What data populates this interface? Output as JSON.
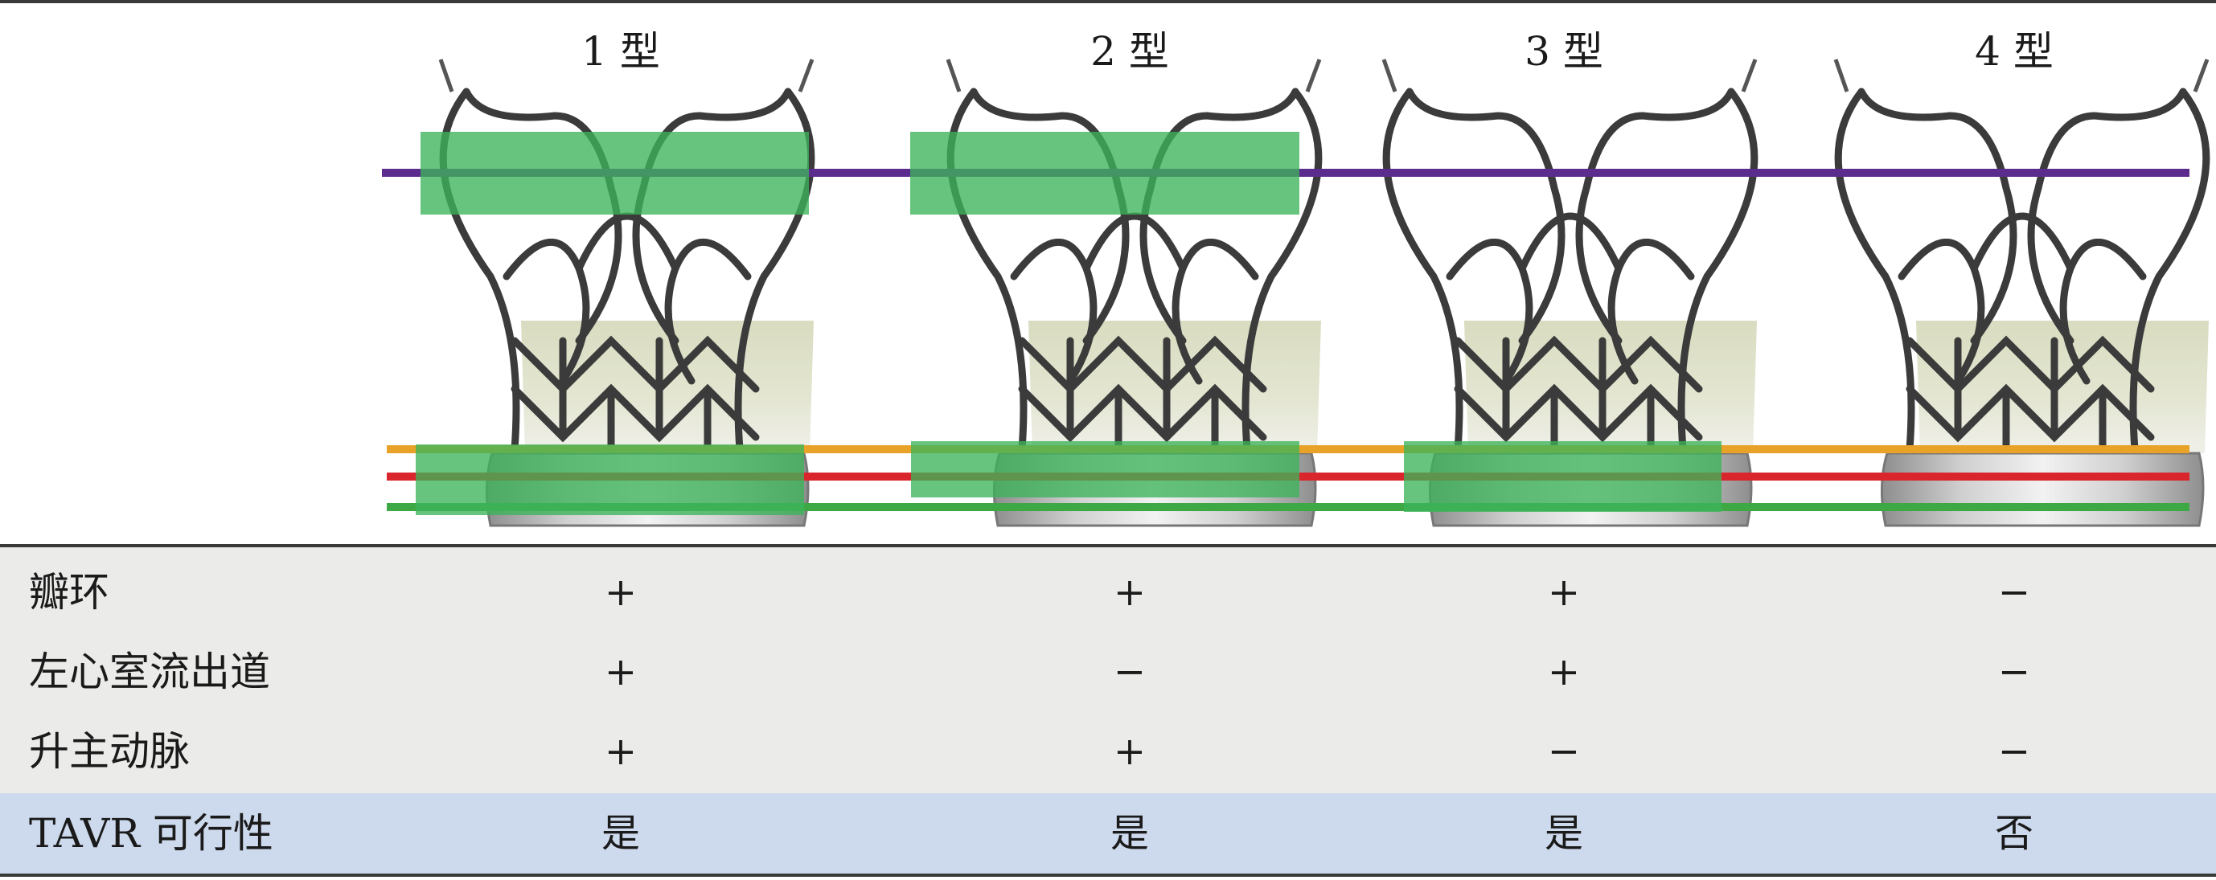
{
  "figure": {
    "columns": [
      "1 型",
      "2 型",
      "3 型",
      "4 型"
    ],
    "lines": {
      "top": {
        "color": "#5b2c8e"
      },
      "orange": {
        "color": "#e8a228"
      },
      "red": {
        "color": "#d9262c"
      },
      "green": {
        "color": "#3ea845"
      }
    },
    "highlight_color": "#3cb35a",
    "highlights": {
      "top_box": [
        true,
        true,
        false,
        false
      ],
      "bottom_box": [
        true,
        true,
        true,
        false
      ]
    }
  },
  "table": {
    "rows": [
      {
        "label": "瓣环",
        "values": [
          "+",
          "+",
          "+",
          "−"
        ]
      },
      {
        "label": "左心室流出道",
        "values": [
          "+",
          "−",
          "+",
          "−"
        ]
      },
      {
        "label": "升主动脉",
        "values": [
          "+",
          "+",
          "−",
          "−"
        ]
      },
      {
        "label": "TAVR 可行性",
        "values": [
          "是",
          "是",
          "是",
          "否"
        ]
      }
    ],
    "band_colors": {
      "grey": "#ebebe9",
      "blue": "#cdd9ec"
    }
  }
}
